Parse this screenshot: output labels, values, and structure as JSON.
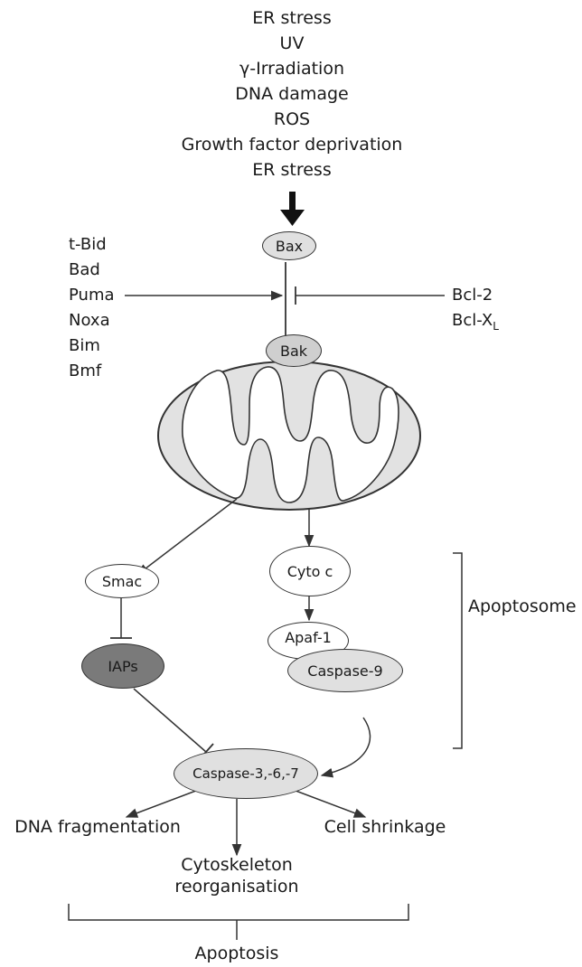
{
  "stimuli": [
    "ER stress",
    "UV",
    "γ-Irradiation",
    "DNA damage",
    "ROS",
    "Growth factor deprivation",
    "ER stress"
  ],
  "nodes": {
    "bax": "Bax",
    "bak": "Bak",
    "smac": "Smac",
    "iaps": "IAPs",
    "cyto_c": "Cyto c",
    "apaf1": "Apaf-1",
    "caspase9": "Caspase-9",
    "caspase367": "Caspase-3,-6,-7"
  },
  "activators": [
    "t-Bid",
    "Bad",
    "Puma",
    "Noxa",
    "Bim",
    "Bmf"
  ],
  "inhibitors": {
    "bcl2": "Bcl-2",
    "bclxl_base": "Bcl-X",
    "bclxl_sub": "L"
  },
  "apoptosome_label": "Apoptosome",
  "outcomes": {
    "dna_fragmentation": "DNA fragmentation",
    "cytoskeleton_line1": "Cytoskeleton",
    "cytoskeleton_line2": "reorganisation",
    "cell_shrinkage": "Cell shrinkage"
  },
  "final": "Apoptosis",
  "colors": {
    "light_fill": "#e0e0e0",
    "dark_fill": "#7a7a7a",
    "line": "#333333"
  }
}
